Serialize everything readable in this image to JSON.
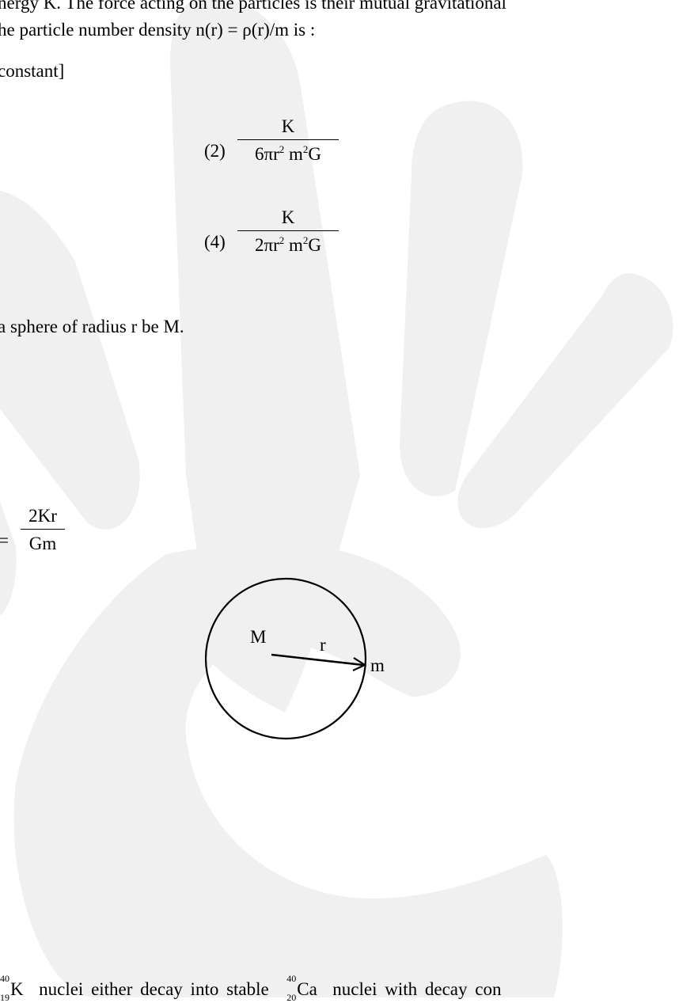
{
  "line1": "nergy K. The force acting on the particles is their mutual gravitational",
  "line2": "he particle number density n(r) = ρ(r)/m is :",
  "line3": "constant]",
  "option2": {
    "label": "(2)",
    "num": "K",
    "den_a": "6πr",
    "den_exp1": "2",
    "den_b": " m",
    "den_exp2": "2",
    "den_c": "G"
  },
  "option4": {
    "label": "(4)",
    "num": "K",
    "den_a": "2πr",
    "den_exp1": "2",
    "den_b": " m",
    "den_exp2": "2",
    "den_c": "G"
  },
  "sphere_text": "a sphere of radius r be M.",
  "eq": {
    "sign": "=",
    "num": "2Kr",
    "den": "Gm"
  },
  "diagram": {
    "label_M": "M",
    "label_r": "r",
    "label_m": "m"
  },
  "bottom": {
    "nuc1": {
      "mass": "40",
      "atomic": "19",
      "symbol": "K"
    },
    "text1": "nuclei either decay into stable",
    "nuc2": {
      "mass": "40",
      "atomic": "20",
      "symbol": "Ca"
    },
    "text2": "nuclei with decay con"
  }
}
